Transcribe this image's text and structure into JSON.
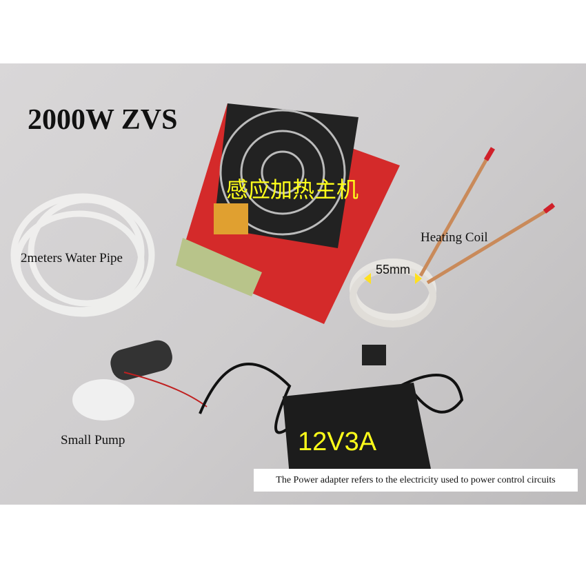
{
  "title": "2000W ZVS",
  "board_label": "感应加热主机",
  "pipe_label": "2meters Water Pipe",
  "coil_label": "Heating Coil",
  "coil_diameter": "55mm",
  "pump_label": "Small Pump",
  "adapter_label": "12V3A",
  "caption": "The Power adapter refers to the electricity used to power control circuits",
  "colors": {
    "label_yellow": "#ffff1a",
    "board_red": "#d42a2a",
    "background": "#d3d1d2"
  }
}
